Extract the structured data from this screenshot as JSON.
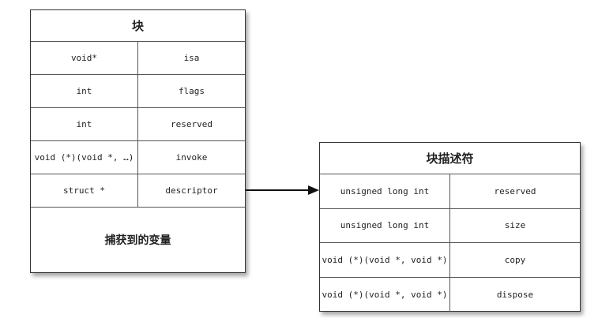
{
  "block": {
    "title": "块",
    "rows": [
      {
        "type": "void*",
        "name": "isa"
      },
      {
        "type": "int",
        "name": "flags"
      },
      {
        "type": "int",
        "name": "reserved"
      },
      {
        "type": "void (*)(void *, …)",
        "name": "invoke"
      },
      {
        "type": "struct *",
        "name": "descriptor"
      }
    ],
    "footer": "捕获到的变量"
  },
  "descriptor": {
    "title": "块描述符",
    "rows": [
      {
        "type": "unsigned long int",
        "name": "reserved"
      },
      {
        "type": "unsigned long int",
        "name": "size"
      },
      {
        "type": "void (*)(void *, void *)",
        "name": "copy"
      },
      {
        "type": "void (*)(void *, void *)",
        "name": "dispose"
      }
    ]
  }
}
